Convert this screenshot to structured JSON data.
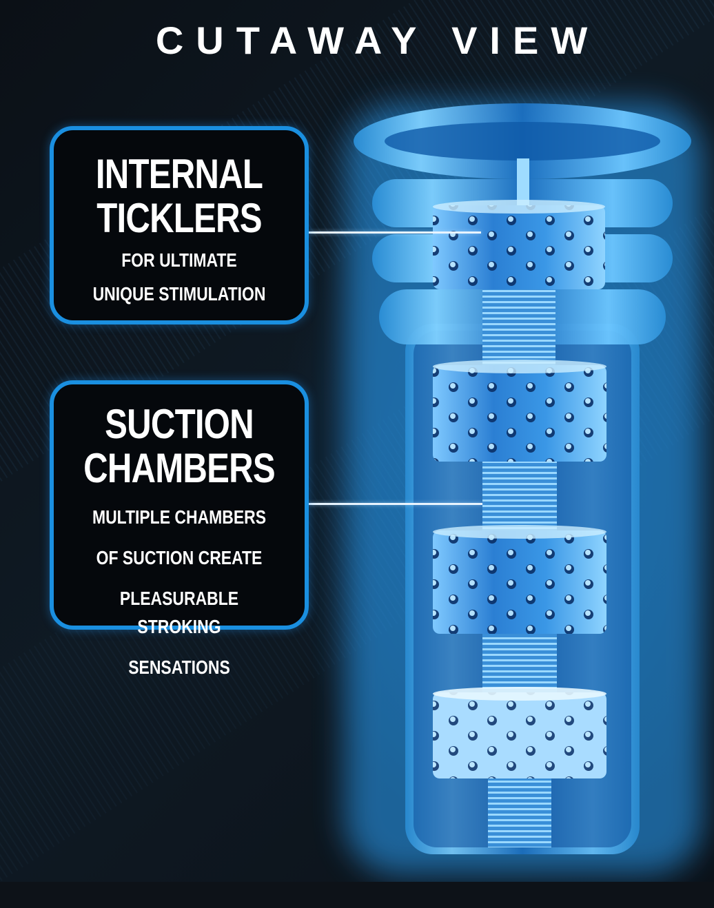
{
  "title": "CUTAWAY VIEW",
  "callouts": [
    {
      "heading_lines": [
        "INTERNAL",
        "TICKLERS"
      ],
      "sub_lines": [
        "FOR ULTIMATE",
        "UNIQUE STIMULATION"
      ]
    },
    {
      "heading_lines": [
        "SUCTION",
        "CHAMBERS"
      ],
      "sub_lines": [
        "MULTIPLE CHAMBERS",
        "OF SUCTION CREATE",
        "PLEASURABLE STROKING",
        "SENSATIONS"
      ]
    }
  ],
  "colors": {
    "accent_border": "#1a8fe0",
    "glow": "#3fb8ff",
    "background": "#0d1218",
    "text": "#ffffff"
  }
}
